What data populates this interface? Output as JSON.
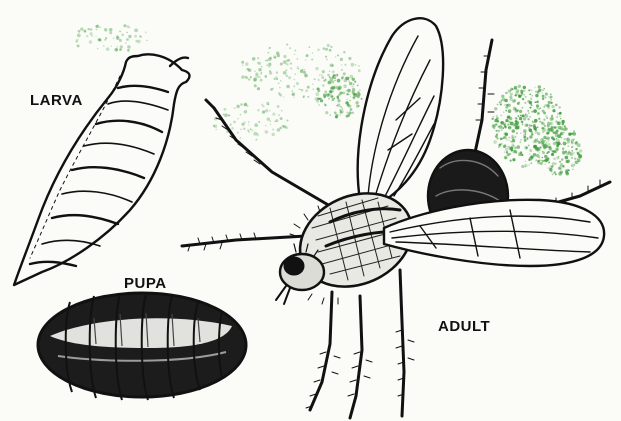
{
  "labels": {
    "larva": "LARVA",
    "pupa": "PUPA",
    "adult": "ADULT"
  },
  "colors": {
    "ink": "#111111",
    "foliage": "#3d9a3a",
    "background": "#fbfbf8"
  },
  "illustration": {
    "subject": "fly life cycle",
    "stages": [
      "larva",
      "pupa",
      "adult"
    ]
  }
}
